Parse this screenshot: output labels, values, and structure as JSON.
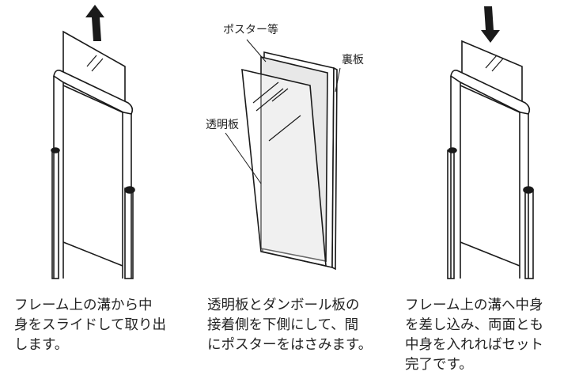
{
  "labels": {
    "poster": "ポスター等",
    "back_board": "裏板",
    "clear_sheet": "透明板"
  },
  "steps": [
    {
      "lines": [
        "フレーム上の溝から中",
        "身をスライドして取り出",
        "します。"
      ],
      "arrow": "up"
    },
    {
      "lines": [
        "透明板とダンボール板の",
        "接着側を下側にして、間",
        "にポスターをはさみます。"
      ]
    },
    {
      "lines": [
        "フレーム上の溝へ中身",
        "を差し込み、両面とも",
        "中身を入れればセット",
        "完了です。"
      ],
      "arrow": "down"
    }
  ],
  "colors": {
    "line": "#1a1a1a",
    "poster_fill": "#e8e8e8",
    "text": "#222222"
  }
}
